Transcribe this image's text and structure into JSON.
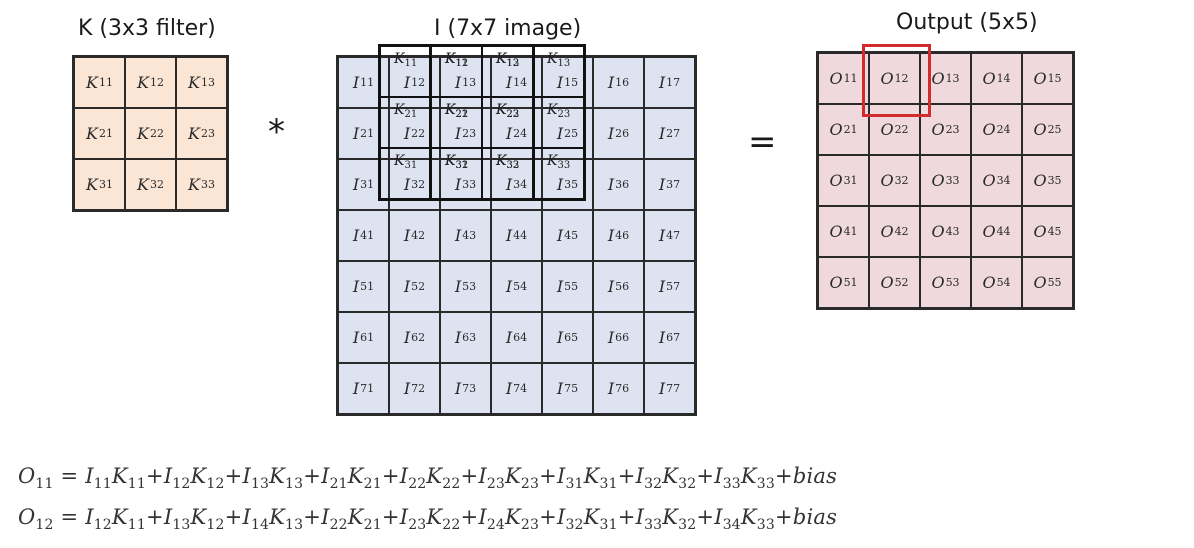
{
  "kernel": {
    "title": "K (3x3 filter)",
    "letter": "K",
    "rows": 3,
    "cols": 3,
    "fill": "#fbe6d6"
  },
  "image": {
    "title": "I (7x7 image)",
    "letter": "I",
    "rows": 7,
    "cols": 7,
    "fill": "#dde3f0"
  },
  "output": {
    "title": "Output (5x5)",
    "letter": "O",
    "rows": 5,
    "cols": 5,
    "fill": "#efd9dc",
    "highlight_color": "#d12b2b",
    "highlighted_cell": [
      1,
      2
    ]
  },
  "operators": {
    "convolve": "*",
    "equals": "="
  },
  "overlay": {
    "letter": "K",
    "rows": 3,
    "cols": 3,
    "image_cells_covered": "I11..I34 (two positions of filter shown)"
  },
  "equations": [
    {
      "lhs": [
        "O",
        "11"
      ],
      "terms": [
        [
          "I",
          "11",
          "K",
          "11"
        ],
        [
          "I",
          "12",
          "K",
          "12"
        ],
        [
          "I",
          "13",
          "K",
          "13"
        ],
        [
          "I",
          "21",
          "K",
          "21"
        ],
        [
          "I",
          "22",
          "K",
          "22"
        ],
        [
          "I",
          "23",
          "K",
          "23"
        ],
        [
          "I",
          "31",
          "K",
          "31"
        ],
        [
          "I",
          "32",
          "K",
          "32"
        ],
        [
          "I",
          "33",
          "K",
          "33"
        ]
      ],
      "tail": "bias"
    },
    {
      "lhs": [
        "O",
        "12"
      ],
      "terms": [
        [
          "I",
          "12",
          "K",
          "11"
        ],
        [
          "I",
          "13",
          "K",
          "12"
        ],
        [
          "I",
          "14",
          "K",
          "13"
        ],
        [
          "I",
          "22",
          "K",
          "21"
        ],
        [
          "I",
          "23",
          "K",
          "22"
        ],
        [
          "I",
          "24",
          "K",
          "23"
        ],
        [
          "I",
          "32",
          "K",
          "31"
        ],
        [
          "I",
          "33",
          "K",
          "32"
        ],
        [
          "I",
          "34",
          "K",
          "33"
        ]
      ],
      "tail": "bias"
    }
  ]
}
